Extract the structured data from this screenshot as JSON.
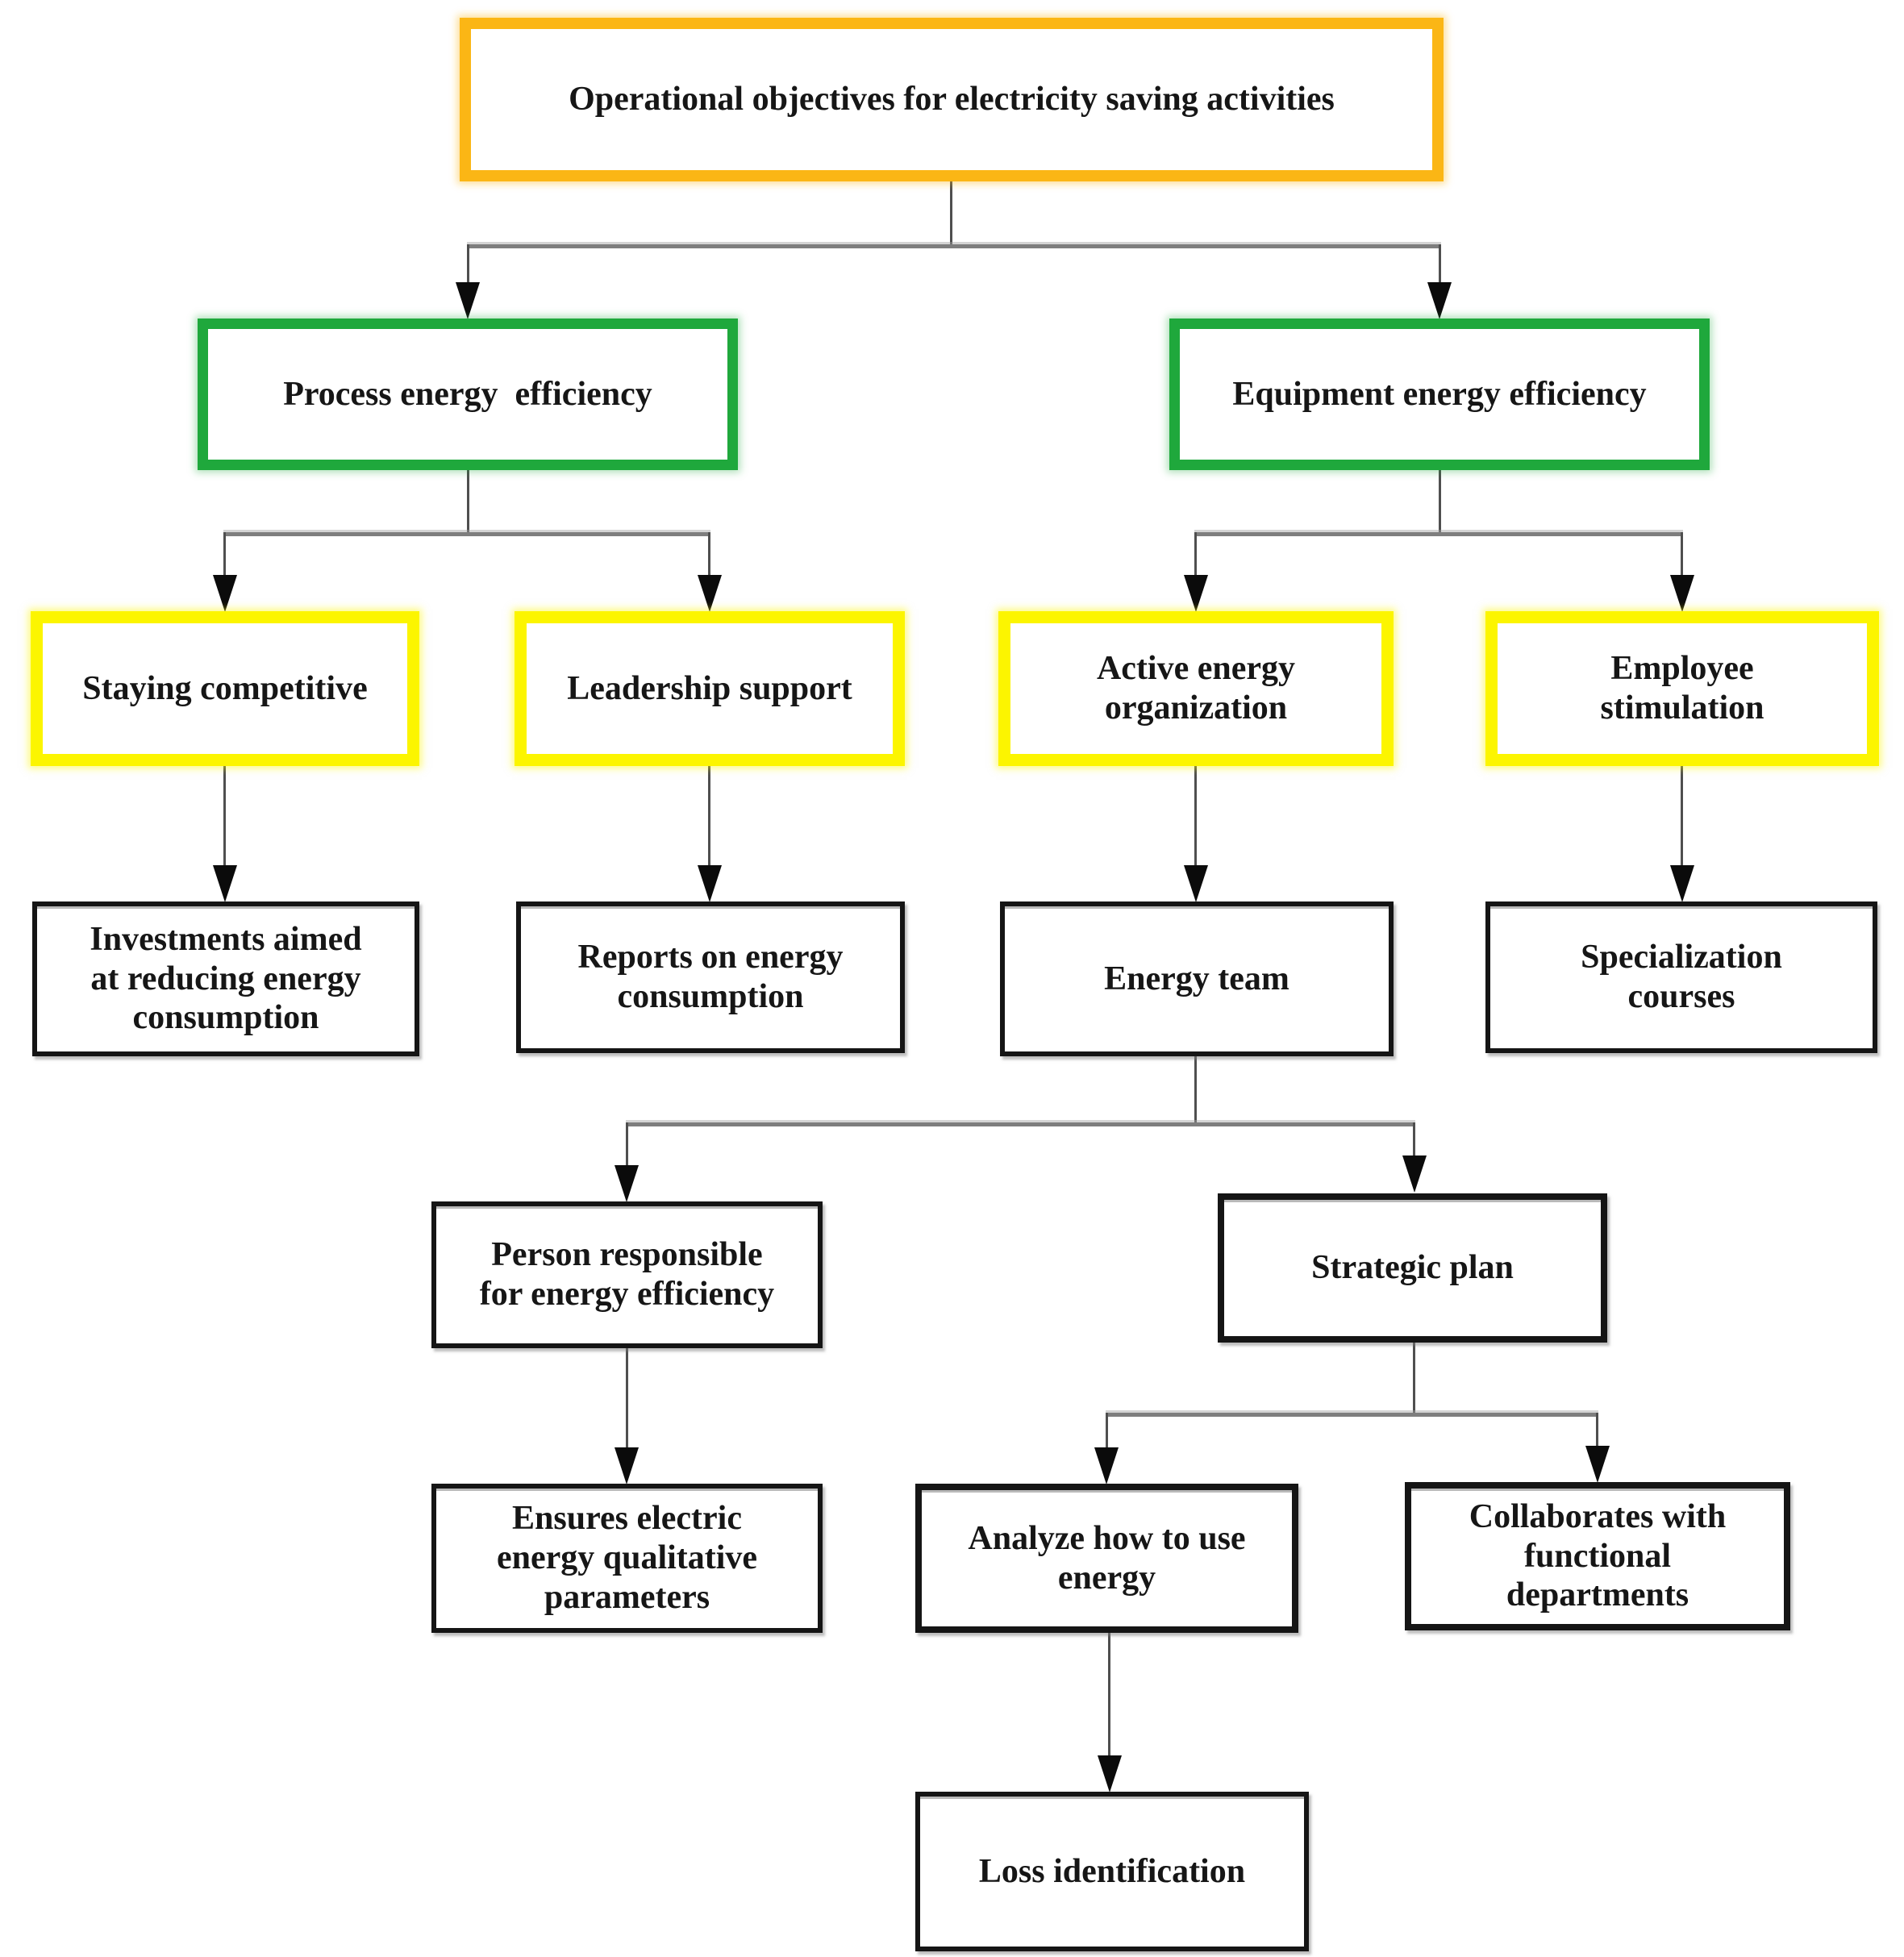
{
  "figure": {
    "type": "flowchart",
    "title": "Operational objectives for electricity saving activities"
  },
  "styles": {
    "orange": "#FBB615",
    "green": "#1FA83C",
    "yellow": "#FCF500",
    "black": "#151515",
    "vertical_line": "#4f4f4f",
    "horizontal_line": "#7e7e7e",
    "arrowhead": "#0b0b0b",
    "text": "#161616",
    "box_fill": "#ffffff"
  },
  "nodes": {
    "root": {
      "label": "Operational objectives for electricity saving activities",
      "category": "orange"
    },
    "process": {
      "label": "Process energy  efficiency",
      "category": "green"
    },
    "equipment": {
      "label": "Equipment energy efficiency",
      "category": "green"
    },
    "staying": {
      "label": "Staying competitive",
      "category": "yellow"
    },
    "leadership": {
      "label": "Leadership support",
      "category": "yellow"
    },
    "active": {
      "label": "Active energy\norganization",
      "category": "yellow"
    },
    "employee": {
      "label": "Employee\nstimulation",
      "category": "yellow"
    },
    "investments": {
      "label": "Investments aimed\nat reducing energy\nconsumption",
      "category": "black"
    },
    "reports": {
      "label": "Reports on energy\nconsumption",
      "category": "black"
    },
    "energy_team": {
      "label": "Energy team",
      "category": "black"
    },
    "specialization": {
      "label": "Specialization\ncourses",
      "category": "black"
    },
    "person": {
      "label": "Person responsible\nfor energy efficiency",
      "category": "black"
    },
    "strategic": {
      "label": "Strategic plan",
      "category": "black"
    },
    "ensures": {
      "label": "Ensures electric\nenergy qualitative\nparameters",
      "category": "black"
    },
    "analyze": {
      "label": "Analyze how to use\nenergy",
      "category": "black"
    },
    "collaborates": {
      "label": "Collaborates with\nfunctional\ndepartments",
      "category": "black"
    },
    "loss": {
      "label": "Loss identification",
      "category": "black"
    }
  },
  "edges": [
    {
      "from": "root",
      "to": "process"
    },
    {
      "from": "root",
      "to": "equipment"
    },
    {
      "from": "process",
      "to": "staying"
    },
    {
      "from": "process",
      "to": "leadership"
    },
    {
      "from": "equipment",
      "to": "active"
    },
    {
      "from": "equipment",
      "to": "employee"
    },
    {
      "from": "staying",
      "to": "investments"
    },
    {
      "from": "leadership",
      "to": "reports"
    },
    {
      "from": "active",
      "to": "energy_team"
    },
    {
      "from": "employee",
      "to": "specialization"
    },
    {
      "from": "energy_team",
      "to": "person"
    },
    {
      "from": "energy_team",
      "to": "strategic"
    },
    {
      "from": "person",
      "to": "ensures"
    },
    {
      "from": "strategic",
      "to": "analyze"
    },
    {
      "from": "strategic",
      "to": "collaborates"
    },
    {
      "from": "analyze",
      "to": "loss"
    }
  ]
}
